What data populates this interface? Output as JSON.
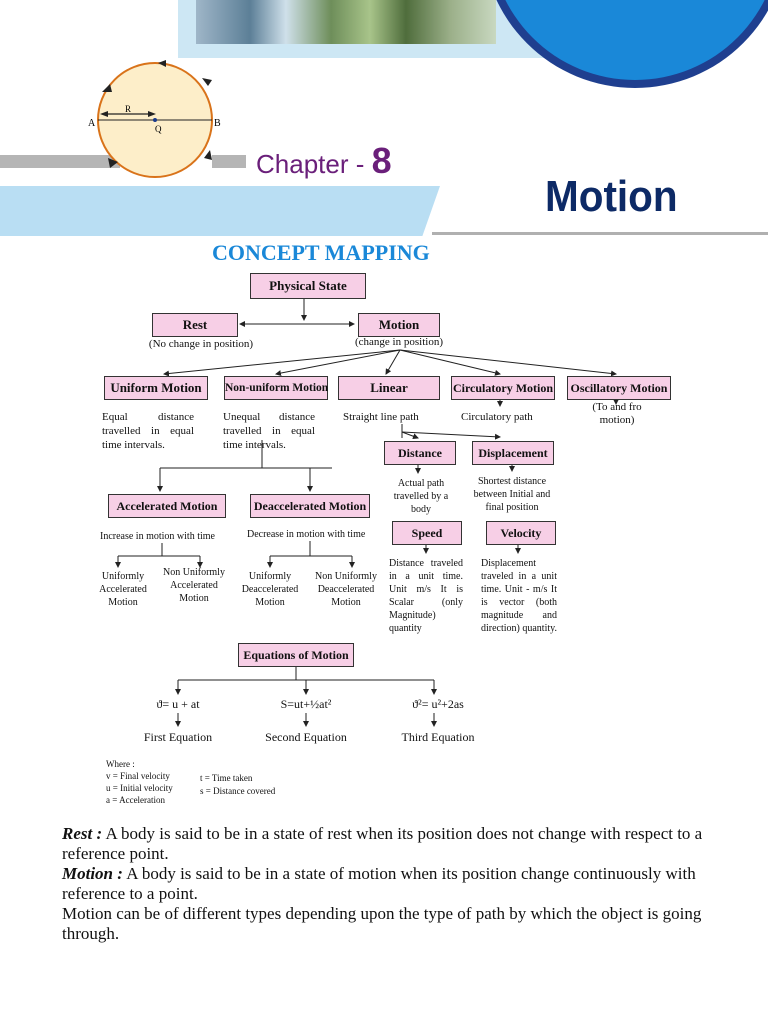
{
  "header": {
    "chapter_label": "Chapter - ",
    "chapter_number": "8",
    "title": "Motion",
    "diagram_labels": {
      "a": "A",
      "b": "B",
      "r": "R",
      "q": "Q"
    }
  },
  "concept": {
    "heading": "CONCEPT MAPPING",
    "physical_state": "Physical State",
    "rest": "Rest",
    "rest_note": "(No change in position)",
    "motion": "Motion",
    "motion_note": "(change in position)",
    "uniform": "Uniform Motion",
    "uniform_desc": "Equal distance travelled in equal time intervals.",
    "nonuniform": "Non-uniform Motion",
    "nonuniform_desc": "Unequal distance travelled in equal time intervals.",
    "linear": "Linear",
    "linear_desc": "Straight line path",
    "circulatory": "Circulatory Motion",
    "circulatory_desc": "Circulatory path",
    "oscillatory": "Oscillatory Motion",
    "oscillatory_desc": "(To and fro motion)",
    "distance": "Distance",
    "distance_desc": "Actual path travelled by a body",
    "displacement": "Displacement",
    "displacement_desc": "Shortest distance between Initial and final position",
    "speed": "Speed",
    "speed_desc": "Distance traveled in a unit time. Unit m/s It is Scalar (only Magnitude) quantity",
    "velocity": "Velocity",
    "velocity_desc": "Displacement traveled in a unit time. Unit - m/s It is vector (both magnitude and direction) quantity.",
    "accelerated": "Accelerated Motion",
    "accelerated_desc": "Increase in motion with time",
    "uniformly_acc": "Uniformly Accelerated Motion",
    "nonuniformly_acc": "Non Uniformly Accelerated Motion",
    "deaccelerated": "Deaccelerated Motion",
    "deaccelerated_desc": "Decrease in motion with time",
    "uniformly_deacc": "Uniformly Deaccelerated Motion",
    "nonuniformly_deacc": "Non Uniformly Deaccelerated Motion",
    "equations": "Equations of Motion",
    "eq1": "ϑ= u + at",
    "eq1_label": "First Equation",
    "eq2": "S=ut+½at²",
    "eq2_label": "Second Equation",
    "eq3": "ϑ²= u²+2as",
    "eq3_label": "Third Equation",
    "where": "Where :",
    "where_v": "v = Final velocity",
    "where_u": "u = Initial velocity",
    "where_a": "a = Acceleration",
    "where_t": "t = Time taken",
    "where_s": "s = Distance covered"
  },
  "text": {
    "rest_term": "Rest :",
    "rest_def": " A body is said to be in a state of rest when its position does not change with respect to a reference point.",
    "motion_term": "Motion :",
    "motion_def": " A body is said to be in a state of motion when its position change continuously with reference to a point.",
    "types": "Motion can be of different types depending upon the type of path by which the object is going through."
  },
  "colors": {
    "box_fill": "#f7cfe6",
    "heading_blue": "#1a88d8",
    "title_navy": "#0d2a66",
    "chapter_purple": "#6a1f7a"
  }
}
